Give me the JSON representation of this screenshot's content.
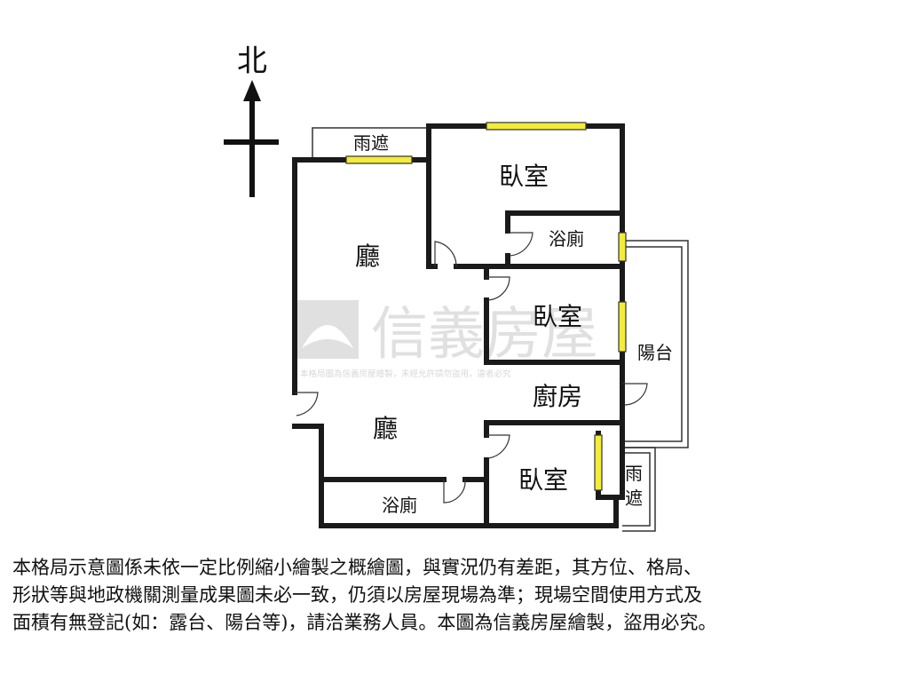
{
  "compass": {
    "north_label": "北"
  },
  "rooms": {
    "canopy_top": "雨遮",
    "bedroom_north": "臥室",
    "bath_north": "浴廁",
    "living_upper": "廳",
    "bedroom_middle": "臥室",
    "balcony": "陽台",
    "kitchen": "廚房",
    "living_lower": "廳",
    "bedroom_south": "臥室",
    "canopy_right_line1": "雨",
    "canopy_right_line2": "遮",
    "bath_south": "浴廁"
  },
  "watermark": {
    "brand": "信義房屋",
    "notice": "本格局圖為信義房屋繪製，未經允許請勿盜用，違者必究"
  },
  "disclaimer": {
    "line1": "本格局示意圖係未依一定比例縮小繪製之概繪圖，與實況仍有差距，其方位、格局、",
    "line2": "形狀等與地政機關測量成果圖未必一致，仍須以房屋現場為準；現場空間使用方式及",
    "line3": "面積有無登記(如：露台、陽台等)，請洽業務人員。本圖為信義房屋繪製，盜用必究。"
  },
  "colors": {
    "wall": "#1a1a1a",
    "window": "#f2ec3a",
    "watermark": "#c8c8c8"
  }
}
